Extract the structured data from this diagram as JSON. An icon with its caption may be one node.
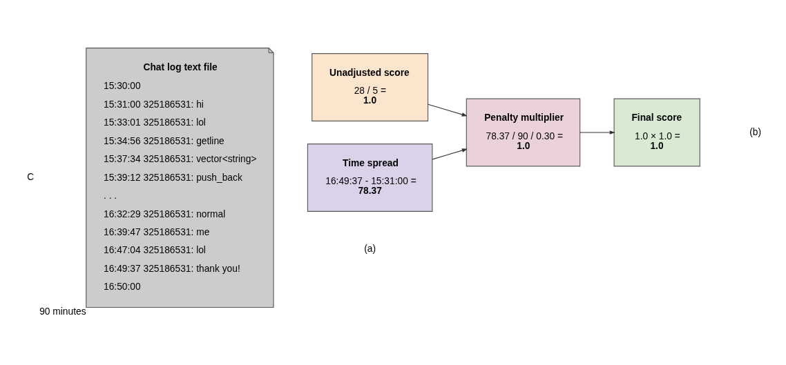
{
  "diagram": {
    "nodes": [
      {
        "text": [
          "Chat log text file",
          "15:30:00",
          "15:31:00 325186531: hi",
          "15:33:01 325186531: lol",
          "15:34:56 325186531: getline",
          "15:37:34 325186531: vector<string>",
          "15:39:12 325186531: push_back",
          ". . .",
          "16:32:29 325186531: normal",
          "16:39:47 325186531: me",
          "16:47:04 325186531: lol",
          "16:49:37 325186531: thank you!",
          "16:50:00"
        ],
        "beside": [
          "90 minutes"
        ]
      },
      {
        "text": [
          "Unadjusted score",
          "28 / 5 = **1.0**"
        ]
      },
      {
        "text": [
          "Time spread",
          "16:49:37 - 15:31:00 = **78.37**"
        ]
      },
      {
        "text": [
          "Penalty multiplier",
          "78.37 / 90 / 0.30 = **1.0**"
        ]
      },
      {
        "text": [
          "Final score",
          "1.0 × 1.0 = **1.0**"
        ]
      }
    ],
    "edges": [
      {
        "from": 1,
        "to": 3,
        "arrow": "to"
      },
      {
        "from": 2,
        "to": 3,
        "arrow": "to"
      },
      {
        "from": 3,
        "to": 4,
        "arrow": "to"
      }
    ],
    "labels": [
      "C",
      "(a)",
      "(b)"
    ]
  }
}
